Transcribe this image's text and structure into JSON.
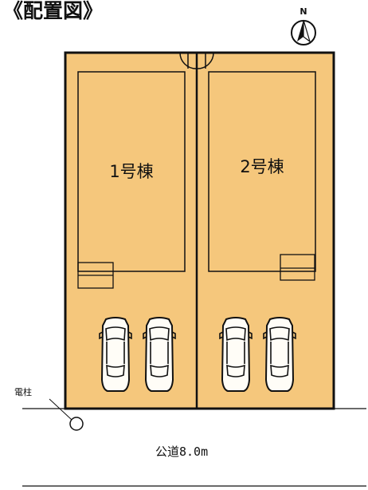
{
  "title": "《配置図》",
  "compass": {
    "label": "N",
    "icon": "north-arrow-icon"
  },
  "buildings": [
    {
      "label": "1号棟"
    },
    {
      "label": "2号棟"
    }
  ],
  "utility_pole": {
    "label": "電柱"
  },
  "road": {
    "label": "公道8.0m"
  },
  "colors": {
    "lot_fill": "#f5c77c",
    "outline": "#111111",
    "background": "#ffffff"
  },
  "parking": {
    "cars_per_lot": 2,
    "icon": "car-icon"
  }
}
